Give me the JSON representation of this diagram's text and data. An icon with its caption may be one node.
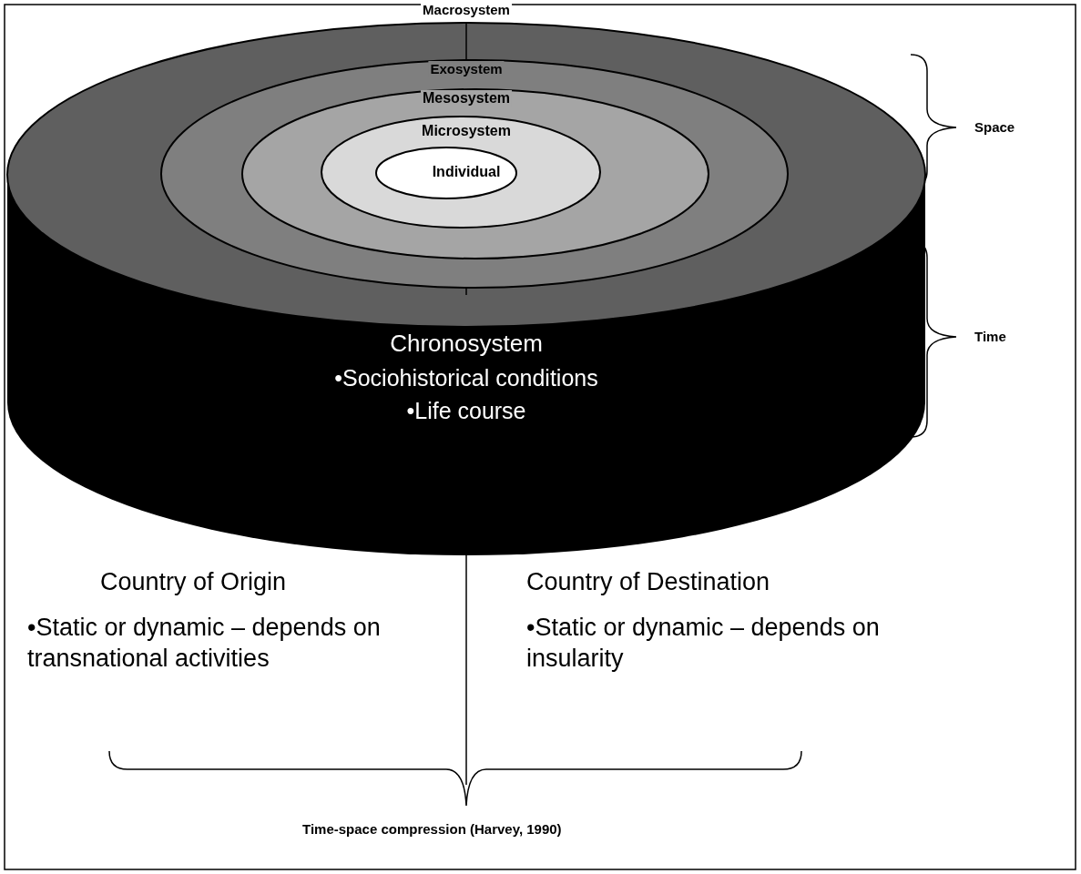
{
  "diagram": {
    "nodes": [
      {
        "text": [
          "Macrosystem"
        ]
      },
      {
        "text": [
          "Exosystem"
        ],
        "in": 0
      },
      {
        "text": [
          "Mesosystem"
        ],
        "in": 1
      },
      {
        "text": [
          "Microsystem"
        ],
        "in": 2
      },
      {
        "text": [
          "Individual"
        ],
        "in": 3
      },
      {
        "text": [
          "Chronosystem",
          "•Sociohistorical conditions",
          "•Life course"
        ]
      }
    ],
    "labels": [
      "Space",
      "Time",
      "Country of Origin",
      "•Static or dynamic – depends on transnational activities",
      "Country of Destination",
      "•Static or dynamic – depends on insularity",
      "Time-space compression (Harvey, 1990)"
    ]
  }
}
